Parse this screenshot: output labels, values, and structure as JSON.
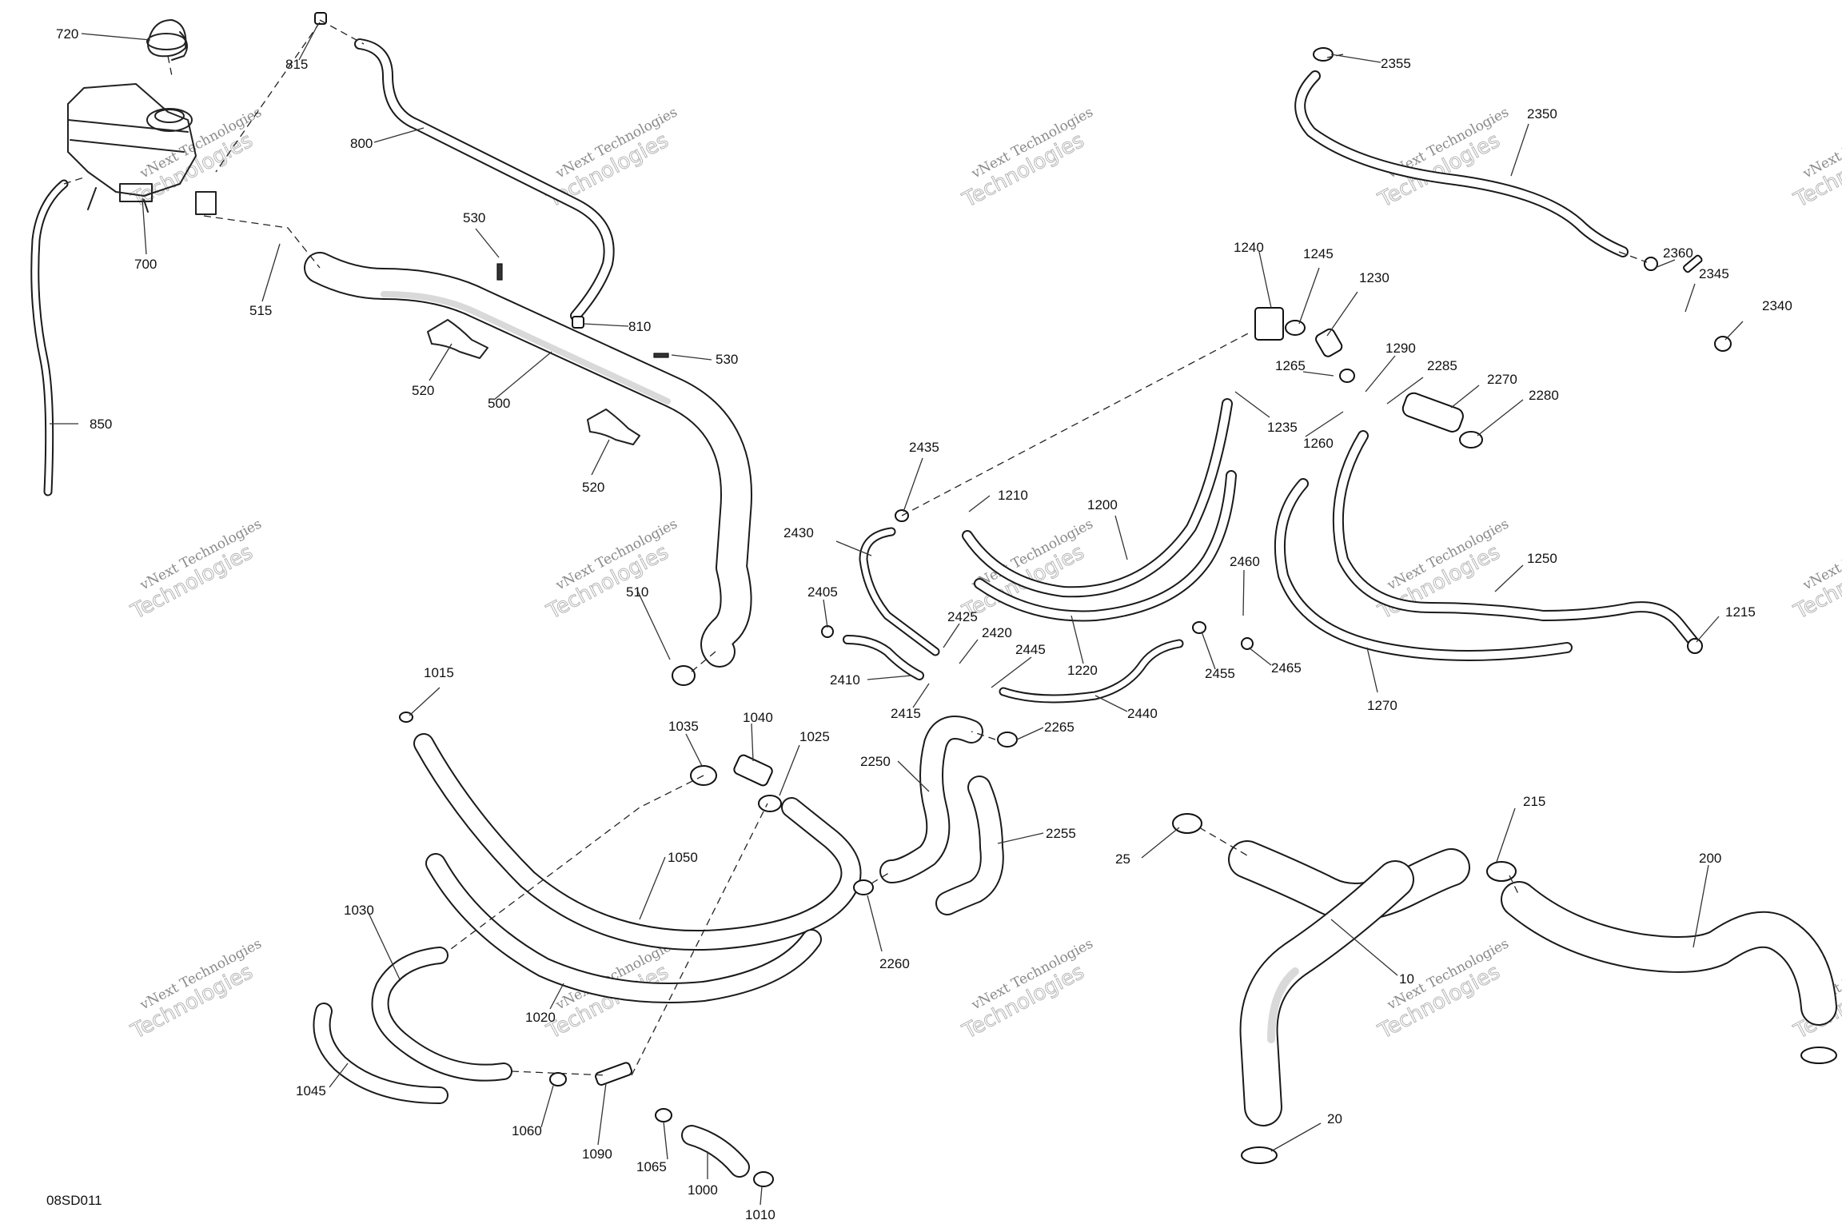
{
  "diagram": {
    "drawing_code": "08SD011",
    "watermark": [
      "vNext Technologies",
      "Technologies"
    ],
    "part_labels": [
      "720",
      "815",
      "800",
      "700",
      "530",
      "810",
      "515",
      "530",
      "520",
      "500",
      "520",
      "850",
      "510",
      "2355",
      "2350",
      "2360",
      "2345",
      "2340",
      "1240",
      "1245",
      "1230",
      "1290",
      "2285",
      "2270",
      "1265",
      "2280",
      "1235",
      "1260",
      "2435",
      "1210",
      "1200",
      "2430",
      "1250",
      "2460",
      "1215",
      "2405",
      "2425",
      "2420",
      "2445",
      "2455",
      "2465",
      "2410",
      "2415",
      "2440",
      "1220",
      "1270",
      "1015",
      "1035",
      "1040",
      "1025",
      "2265",
      "2250",
      "2255",
      "215",
      "200",
      "25",
      "1050",
      "10",
      "1030",
      "2260",
      "1020",
      "1045",
      "1060",
      "1090",
      "1065",
      "20",
      "1000",
      "1010"
    ]
  }
}
